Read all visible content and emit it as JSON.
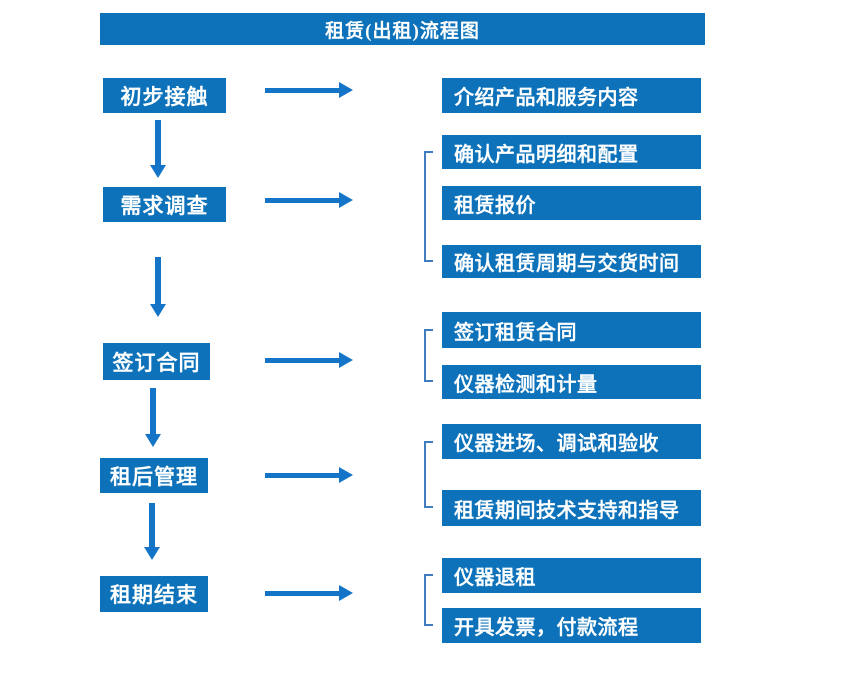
{
  "title": "租赁(出租)流程图",
  "colors": {
    "box_blue": "#0d72ba",
    "arrow_blue": "#1474c8",
    "bracket_blue": "#3f7cc0",
    "text_white": "#ffffff"
  },
  "steps": [
    {
      "label": "初步接触",
      "outputs": [
        "介绍产品和服务内容"
      ]
    },
    {
      "label": "需求调查",
      "outputs": [
        "确认产品明细和配置",
        "租赁报价",
        "确认租赁周期与交货时间"
      ]
    },
    {
      "label": "签订合同",
      "outputs": [
        "签订租赁合同",
        "仪器检测和计量"
      ]
    },
    {
      "label": "租后管理",
      "outputs": [
        "仪器进场、调试和验收",
        "租赁期间技术支持和指导"
      ]
    },
    {
      "label": "租期结束",
      "outputs": [
        "仪器退租",
        "开具发票，付款流程"
      ]
    }
  ]
}
